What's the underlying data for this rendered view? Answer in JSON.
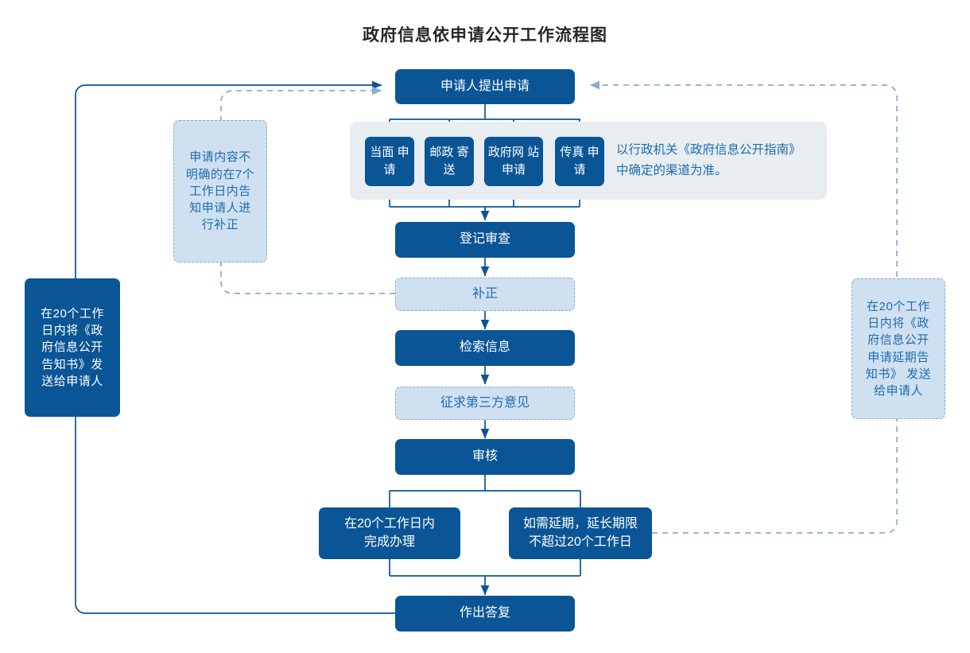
{
  "page": {
    "title": "政府信息依申请公开工作流程图",
    "colors": {
      "dark_box": "#0a5596",
      "light_box": "#cfe0f1",
      "light_box_text": "#1f6cb0",
      "panel_bg": "#e8edf1",
      "connector": "#0a5596",
      "dashed_connector": "#8aaed2",
      "title_text": "#262626"
    }
  },
  "flow": {
    "start": {
      "label": "申请人提出申请"
    },
    "channels": {
      "items": [
        {
          "label": "当面\n申请"
        },
        {
          "label": "邮政\n寄送"
        },
        {
          "label": "政府网\n站申请"
        },
        {
          "label": "传真\n申请"
        }
      ],
      "note": "以行政机关《政府信息公开指南》\n中确定的渠道为准。"
    },
    "steps": [
      {
        "label": "登记审查",
        "style": "dark"
      },
      {
        "label": "补正",
        "style": "light"
      },
      {
        "label": "检索信息",
        "style": "dark"
      },
      {
        "label": "征求第三方意见",
        "style": "light"
      },
      {
        "label": "审核",
        "style": "dark"
      }
    ],
    "branches": [
      {
        "label": "在20个工作日内\n完成办理",
        "style": "dark"
      },
      {
        "label": "如需延期，延长期限\n不超过20个工作日",
        "style": "dark"
      }
    ],
    "end": {
      "label": "作出答复"
    }
  },
  "annotations": {
    "left_note_light": "申请内容不\n明确的在7个\n工作日内告\n知申请人进\n行补正",
    "left_note_dark": "在20个工作\n日内将《政\n府信息公开\n告知书》发\n送给申请人",
    "right_note_light": "在20个工作\n日内将《政\n府信息公开\n申请延期告\n知书》 发送\n给申请人"
  }
}
